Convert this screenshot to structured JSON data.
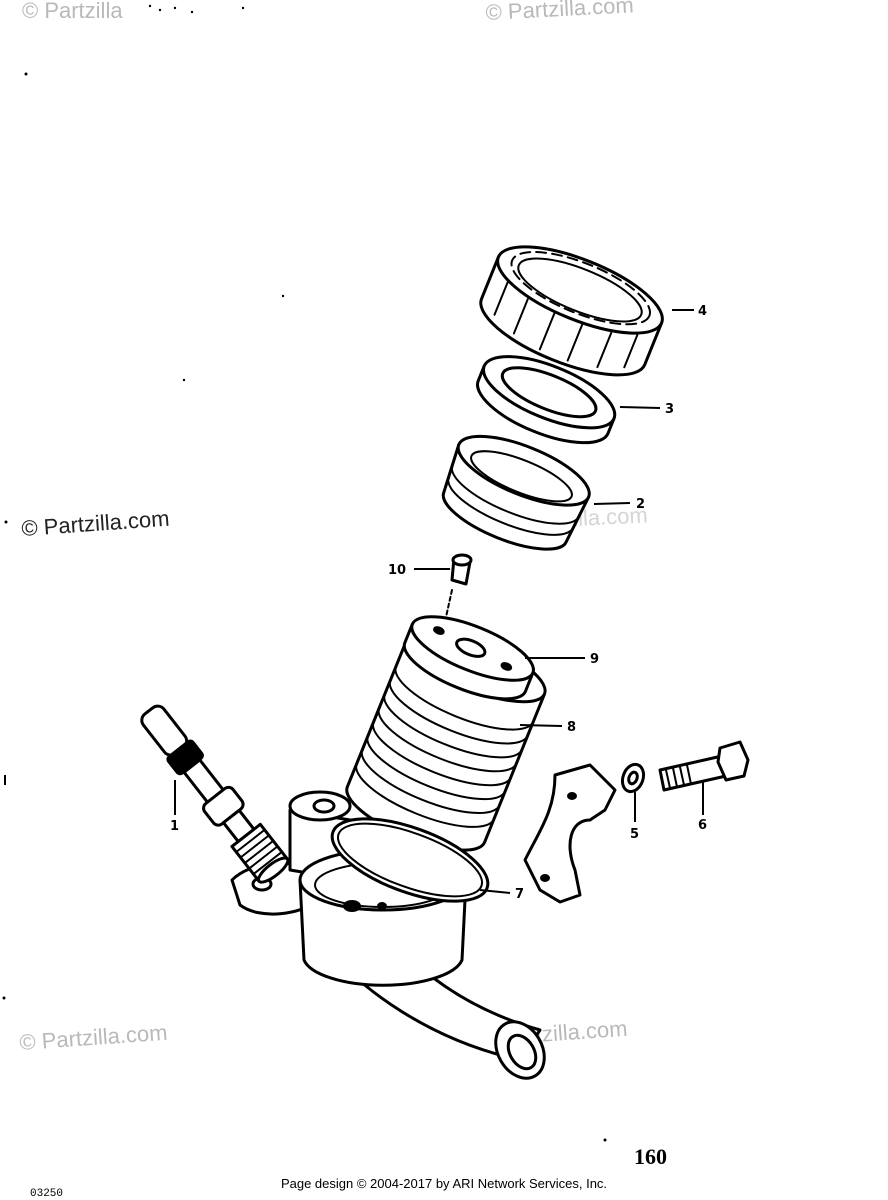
{
  "watermarks": {
    "top_left": "© Partzilla",
    "top_right": "© Partzilla.com",
    "mid_left": "© Partzilla.com",
    "mid_right": "© Partzilla.com",
    "bottom_left": "© Partzilla.com",
    "bottom_right": "© Partzilla.com"
  },
  "callouts": {
    "c1": "1",
    "c2": "2",
    "c3": "3",
    "c4": "4",
    "c5": "5",
    "c6": "6",
    "c7": "7",
    "c8": "8",
    "c9": "9",
    "c10": "10"
  },
  "page_number": "160",
  "footer": "Page design © 2004-2017 by ARI Network Services, Inc.",
  "diagram_ref": "03250"
}
